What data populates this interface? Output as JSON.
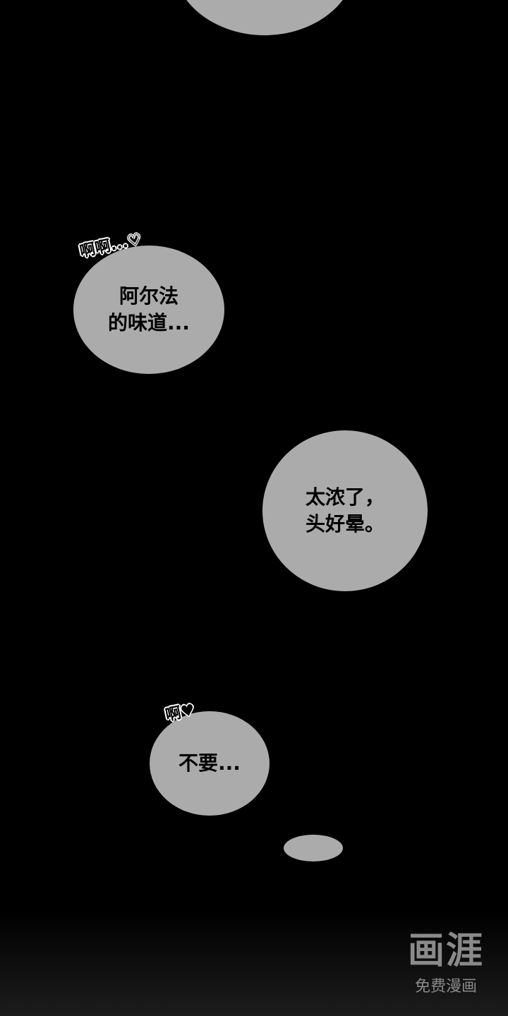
{
  "bubbles": [
    {
      "text": "阿尔法\n的味道..."
    },
    {
      "text": "太浓了，\n头好晕。"
    },
    {
      "text": "不要..."
    }
  ],
  "sfx": [
    "啊啊...♡",
    "啊♥"
  ],
  "watermark": {
    "logo": "画涯",
    "subtitle": "免费漫画"
  }
}
